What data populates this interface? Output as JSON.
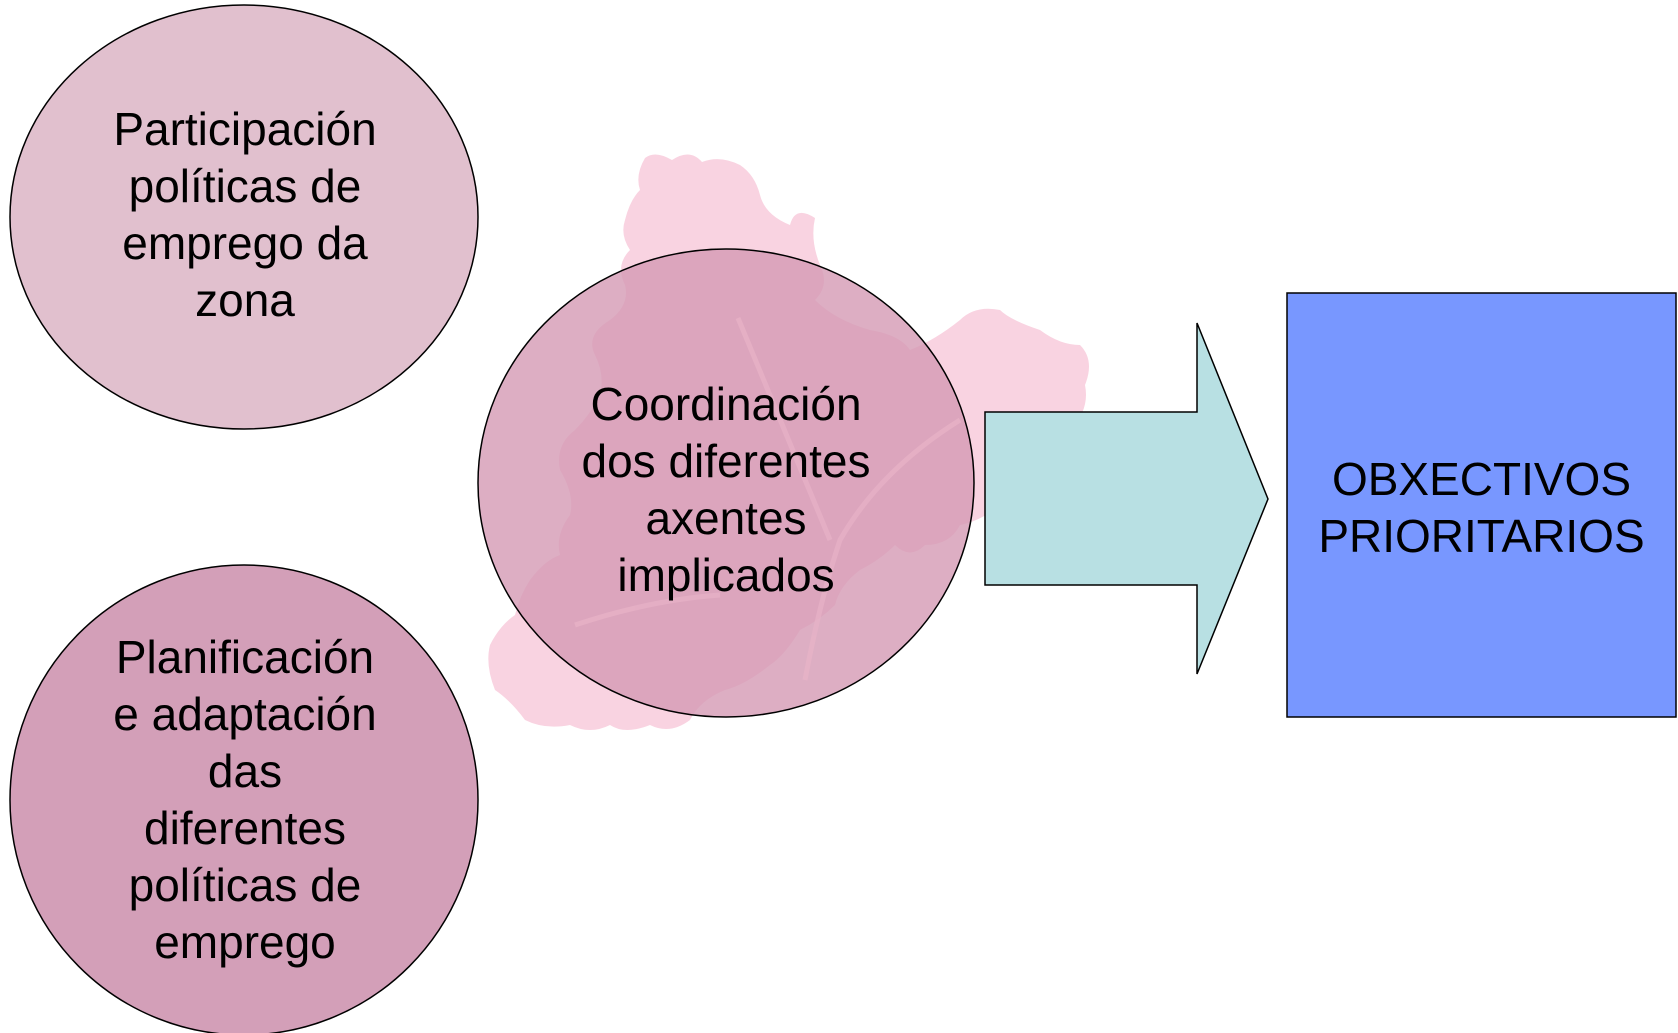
{
  "nodes": {
    "top_left": {
      "lines": [
        "Participación",
        "políticas de",
        "emprego da",
        "zona"
      ]
    },
    "bottom_left": {
      "lines": [
        "Planificación",
        "e adaptación",
        "das",
        "diferentes",
        "políticas de",
        "emprego"
      ]
    },
    "center": {
      "lines": [
        "Coordinación",
        "dos diferentes",
        "axentes",
        "implicados"
      ]
    },
    "target": {
      "lines": [
        "OBXECTIVOS",
        "PRIORITARIOS"
      ]
    }
  },
  "colors": {
    "top_left_fill": "#e1c0ce",
    "bottom_left_fill": "#d39fb8",
    "center_fill": "#d49ab4",
    "watermark_fill": "#f9d3e1",
    "arrow_fill": "#b8e0e3",
    "box_fill": "#7897ff",
    "outline": "#000000"
  }
}
